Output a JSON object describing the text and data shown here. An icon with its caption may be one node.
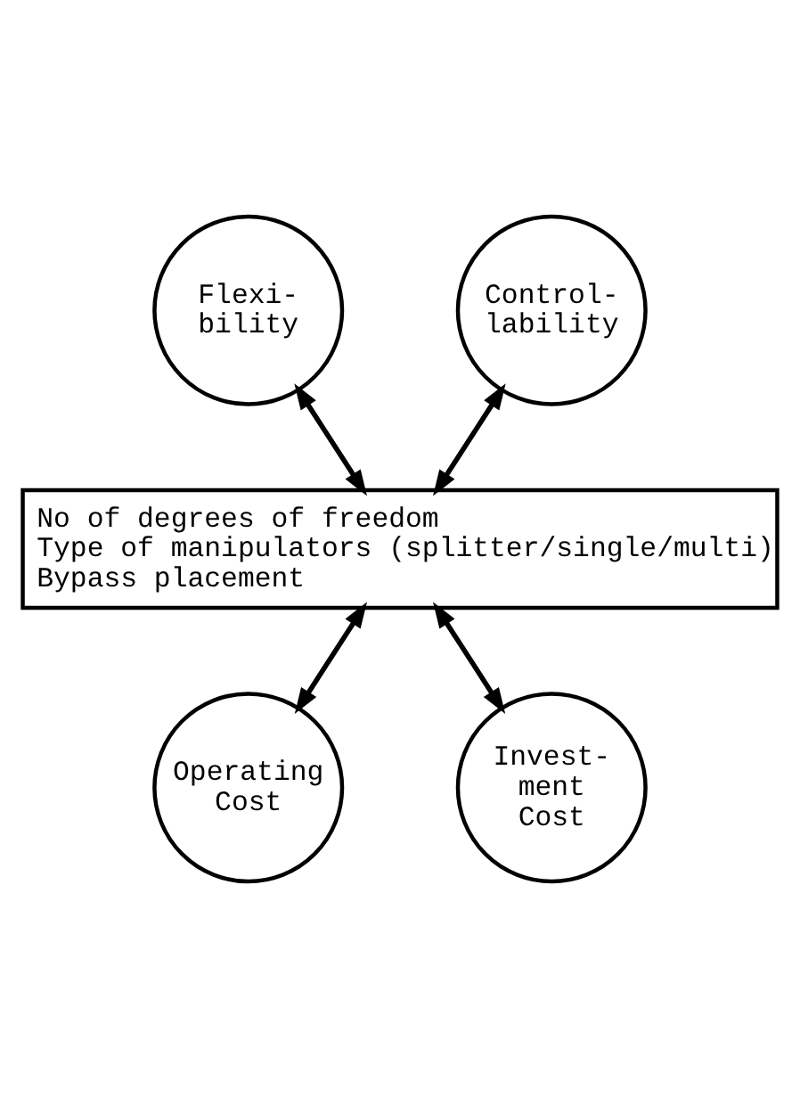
{
  "diagram": {
    "nodes": [
      {
        "text": [
          "Flexi- bility"
        ]
      },
      {
        "text": [
          "Control- lability"
        ]
      },
      {
        "text": [
          "No of degrees of freedom",
          "Type of manipulators (splitter/single/multi)",
          "Bypass placement"
        ]
      },
      {
        "text": [
          "Operating Cost"
        ]
      },
      {
        "text": [
          "Invest- ment Cost"
        ]
      }
    ],
    "edges": [
      {
        "from": 0,
        "to": 2,
        "arrow": "both"
      },
      {
        "from": 1,
        "to": 2,
        "arrow": "both"
      },
      {
        "from": 2,
        "to": 3,
        "arrow": "both"
      },
      {
        "from": 2,
        "to": 4,
        "arrow": "both"
      }
    ]
  }
}
